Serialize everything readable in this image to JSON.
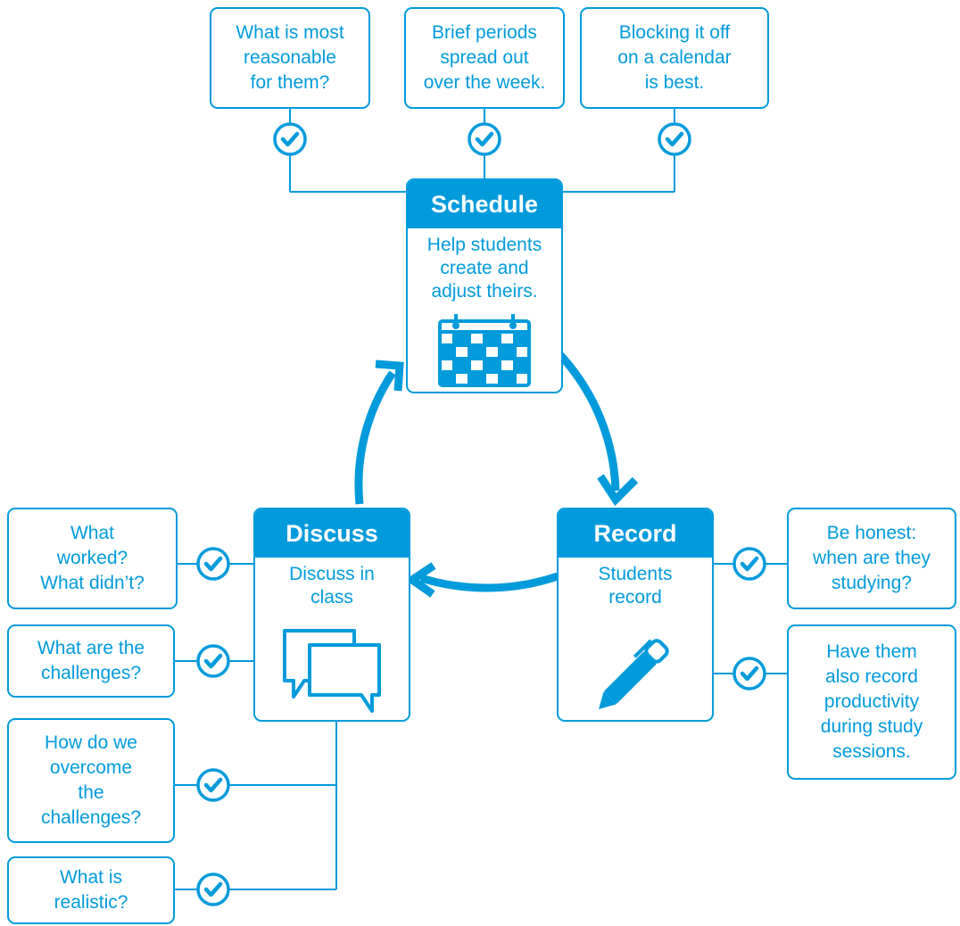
{
  "colors": {
    "accent": "#019bdc",
    "background": "#ffffff"
  },
  "schedule": {
    "title": "Schedule",
    "description": "Help students\ncreate and\nadjust theirs.",
    "icon": "calendar-icon",
    "tips": [
      "What is most\nreasonable\nfor them?",
      "Brief periods\nspread out\nover the week.",
      "Blocking it off\non a calendar\nis best."
    ]
  },
  "record": {
    "title": "Record",
    "description": "Students\nrecord",
    "icon": "pen-icon",
    "tips": [
      "Be honest:\nwhen are they\nstudying?",
      "Have them\nalso record\nproductivity\nduring study\nsessions."
    ]
  },
  "discuss": {
    "title": "Discuss",
    "description": "Discuss in\nclass",
    "icon": "chat-bubbles-icon",
    "tips": [
      "What\nworked?\nWhat didn’t?",
      "What are the\nchallenges?",
      "How do we\novercome\nthe\nchallenges?",
      "What is\nrealistic?"
    ]
  }
}
